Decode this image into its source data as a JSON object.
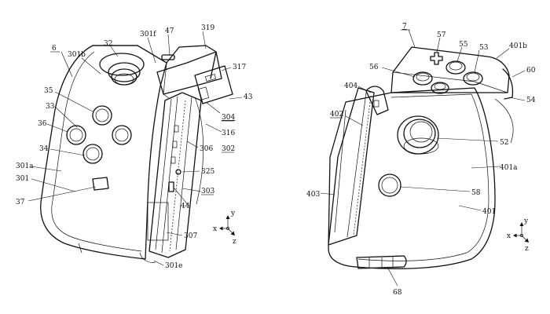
{
  "left_figure": {
    "ref_main": "6",
    "labels": {
      "l301b": "301b",
      "l32": "32",
      "l301f": "301f",
      "l47": "47",
      "l319": "319",
      "l317": "317",
      "l35": "35",
      "l43": "43",
      "l33": "33",
      "l304": "304",
      "l316": "316",
      "l36": "36",
      "l302": "302",
      "l306": "306",
      "l34": "34",
      "l325": "325",
      "l301a": "301a",
      "l301": "301",
      "l303": "303",
      "l37": "37",
      "l44": "44",
      "l307": "307",
      "l301e": "301e"
    },
    "axes": {
      "x": "x",
      "y": "y",
      "z": "z"
    }
  },
  "right_figure": {
    "ref_main": "7",
    "labels": {
      "l57": "57",
      "l55": "55",
      "l53": "53",
      "l401b": "401b",
      "l56": "56",
      "l60": "60",
      "l404": "404",
      "l54": "54",
      "l402": "402",
      "l52": "52",
      "l401a": "401a",
      "l58": "58",
      "l403": "403",
      "l401": "401",
      "l68": "68"
    },
    "axes": {
      "x": "x",
      "y": "y",
      "z": "z"
    }
  }
}
